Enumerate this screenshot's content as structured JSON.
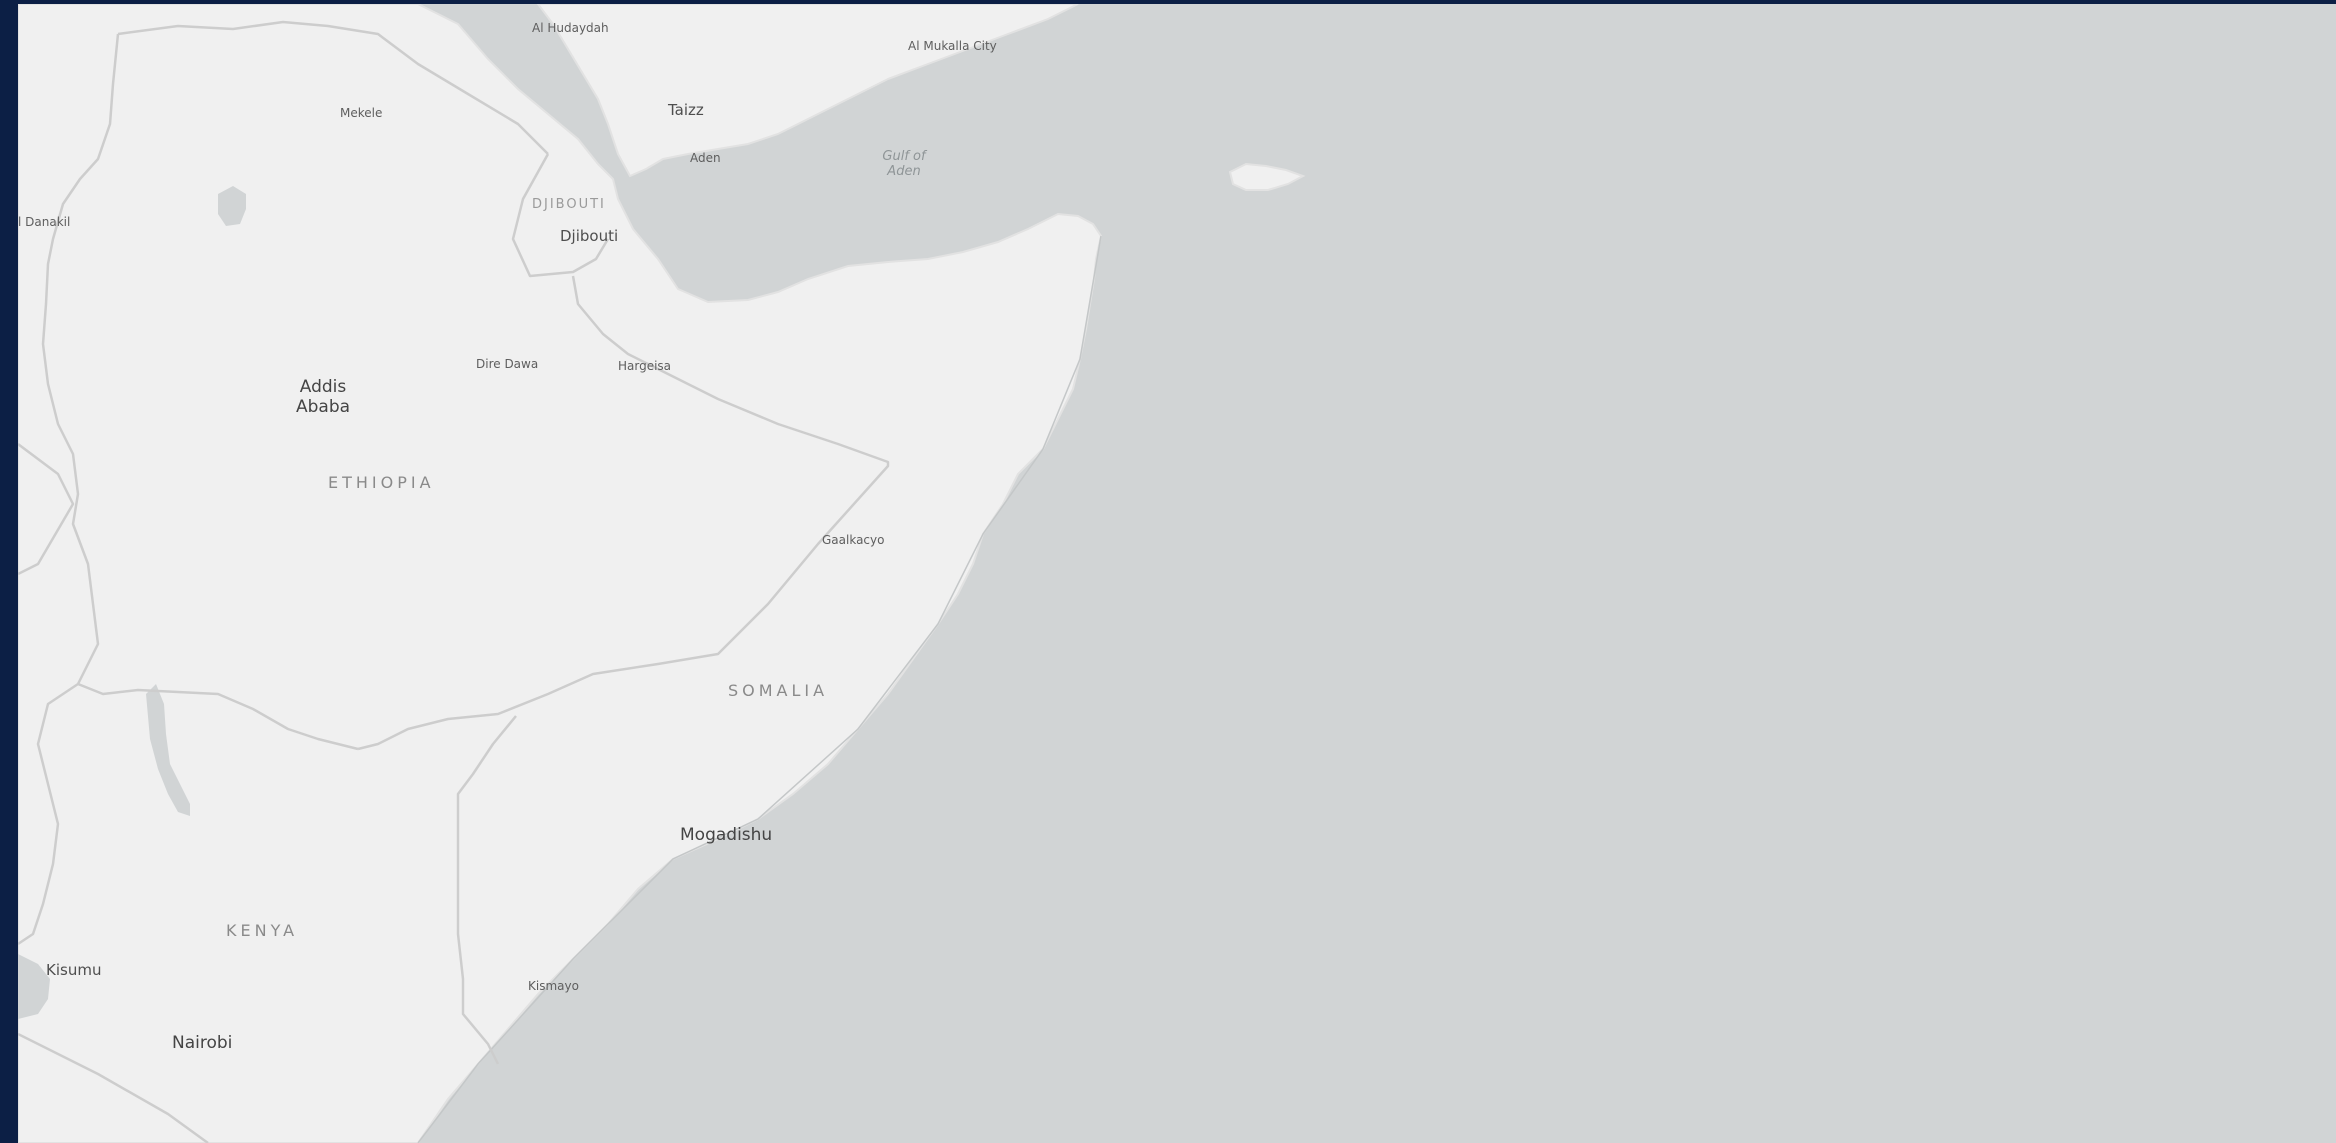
{
  "map": {
    "colors": {
      "frame": "#0c1f45",
      "water": "#d1d4d5",
      "land": "#f0f0f0",
      "border": "#cdcdcd"
    },
    "labels": {
      "countries": {
        "ethiopia": "ETHIOPIA",
        "somalia": "SOMALIA",
        "kenya": "KENYA",
        "djibouti": "DJIBOUTI"
      },
      "water": {
        "gulf_of_aden_line1": "Gulf of",
        "gulf_of_aden_line2": "Aden"
      },
      "cities": {
        "al_hudaydah": "Al Hudaydah",
        "al_mukalla": "Al Mukalla City",
        "mekele": "Mekele",
        "taizz": "Taizz",
        "aden": "Aden",
        "danakil": "l Danakil",
        "djibouti": "Djibouti",
        "dire_dawa": "Dire Dawa",
        "hargeisa": "Hargeisa",
        "addis_line1": "Addis",
        "addis_line2": "Ababa",
        "gaalkacyo": "Gaalkacyo",
        "mogadishu": "Mogadishu",
        "kisumu": "Kisumu",
        "kismayo": "Kismayo",
        "nairobi": "Nairobi"
      }
    }
  }
}
